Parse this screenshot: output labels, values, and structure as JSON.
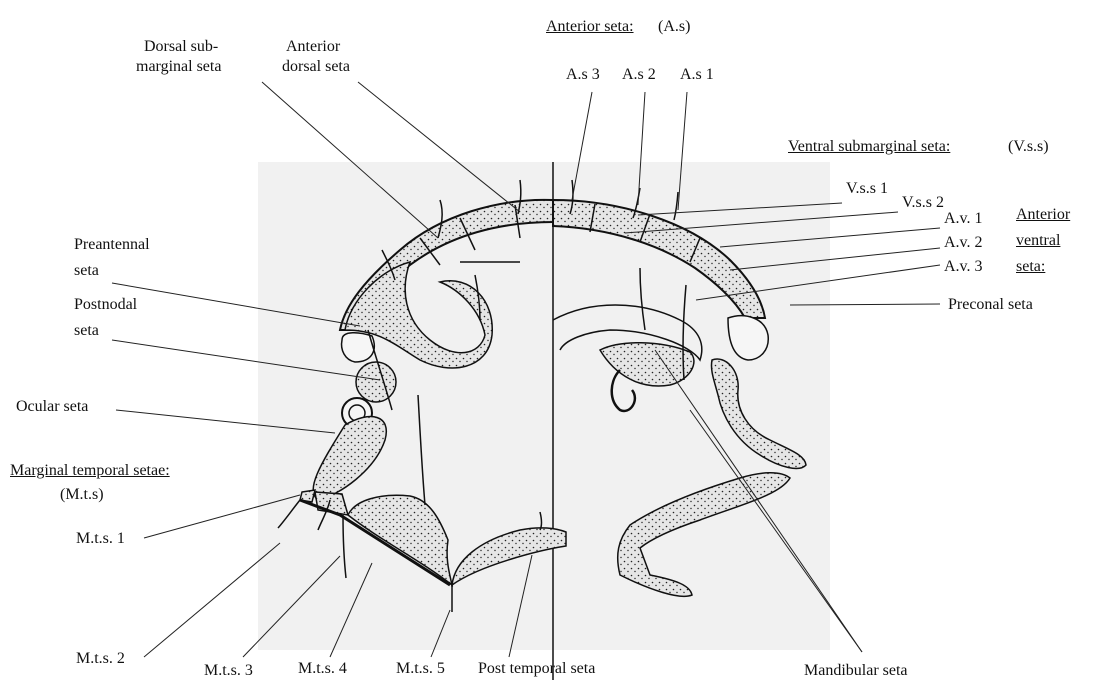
{
  "labels": {
    "dorsal_submarginal": [
      "Dorsal sub-",
      "marginal seta"
    ],
    "anterior_dorsal": [
      "Anterior",
      "dorsal seta"
    ],
    "anterior_seta_title": "Anterior seta:",
    "anterior_seta_abbrev": "(A.s)",
    "as3": "A.s 3",
    "as2": "A.s 2",
    "as1": "A.s 1",
    "vss_title": "Ventral submarginal seta:",
    "vss_abbrev": "(V.s.s)",
    "vss1": "V.s.s 1",
    "vss2": "V.s.s 2",
    "av1": "A.v. 1",
    "av2": "A.v. 2",
    "av3": "A.v. 3",
    "anterior_ventral": [
      "Anterior",
      "ventral",
      "seta:"
    ],
    "preantennal": [
      "Preantennal",
      "seta"
    ],
    "postnodal": [
      "Postnodal",
      "seta"
    ],
    "preconal": "Preconal  seta",
    "ocular": "Ocular seta",
    "marginal_temporal_title": "Marginal temporal setae:",
    "marginal_temporal_abbrev": "(M.t.s)",
    "mts1": "M.t.s. 1",
    "mts2": "M.t.s. 2",
    "mts3": "M.t.s. 3",
    "mts4": "M.t.s. 4",
    "mts5": "M.t.s. 5",
    "post_temporal": "Post temporal seta",
    "mandibular": "Mandibular seta"
  },
  "colors": {
    "ink": "#111111",
    "panel": "#f1f1f1",
    "fill": "#e4e4e4"
  }
}
